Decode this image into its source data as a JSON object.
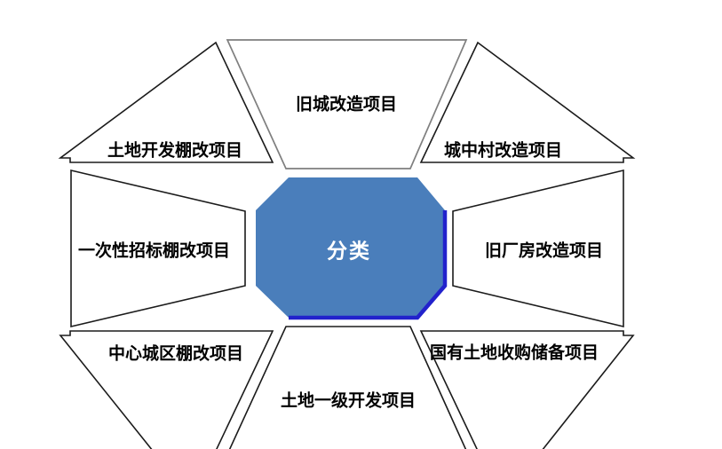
{
  "diagram": {
    "type": "radial-segment-hub",
    "hub": {
      "label": "分类",
      "shape": "octagon",
      "fill_color": "#4a7ebb",
      "accent_color": "#2222cc",
      "text_color": "#ffffff"
    },
    "background_color": "#ffffff",
    "segment_fill_color": "#ffffff",
    "segment_stroke_color": "#1b1b1b",
    "segment_count": 8,
    "segments": [
      {
        "id": "top-left",
        "label": "土地开发棚改项目",
        "position": "top-left",
        "shape": "wedge"
      },
      {
        "id": "top-center",
        "label": "旧城改造项目",
        "position": "top-center",
        "shape": "trapezoid"
      },
      {
        "id": "top-right",
        "label": "城中村改造项目",
        "position": "top-right",
        "shape": "wedge"
      },
      {
        "id": "middle-left",
        "label": "一次性招标棚改项目",
        "position": "middle-left",
        "shape": "trapezoid"
      },
      {
        "id": "middle-right",
        "label": "旧厂房改造项目",
        "position": "middle-right",
        "shape": "trapezoid"
      },
      {
        "id": "bottom-left",
        "label": "中心城区棚改项目",
        "position": "bottom-left",
        "shape": "wedge"
      },
      {
        "id": "bottom-center",
        "label": "土地一级开发项目",
        "position": "bottom-center",
        "shape": "trapezoid"
      },
      {
        "id": "bottom-right",
        "label": "国有土地收购储备项目",
        "position": "bottom-right",
        "shape": "wedge"
      }
    ]
  }
}
